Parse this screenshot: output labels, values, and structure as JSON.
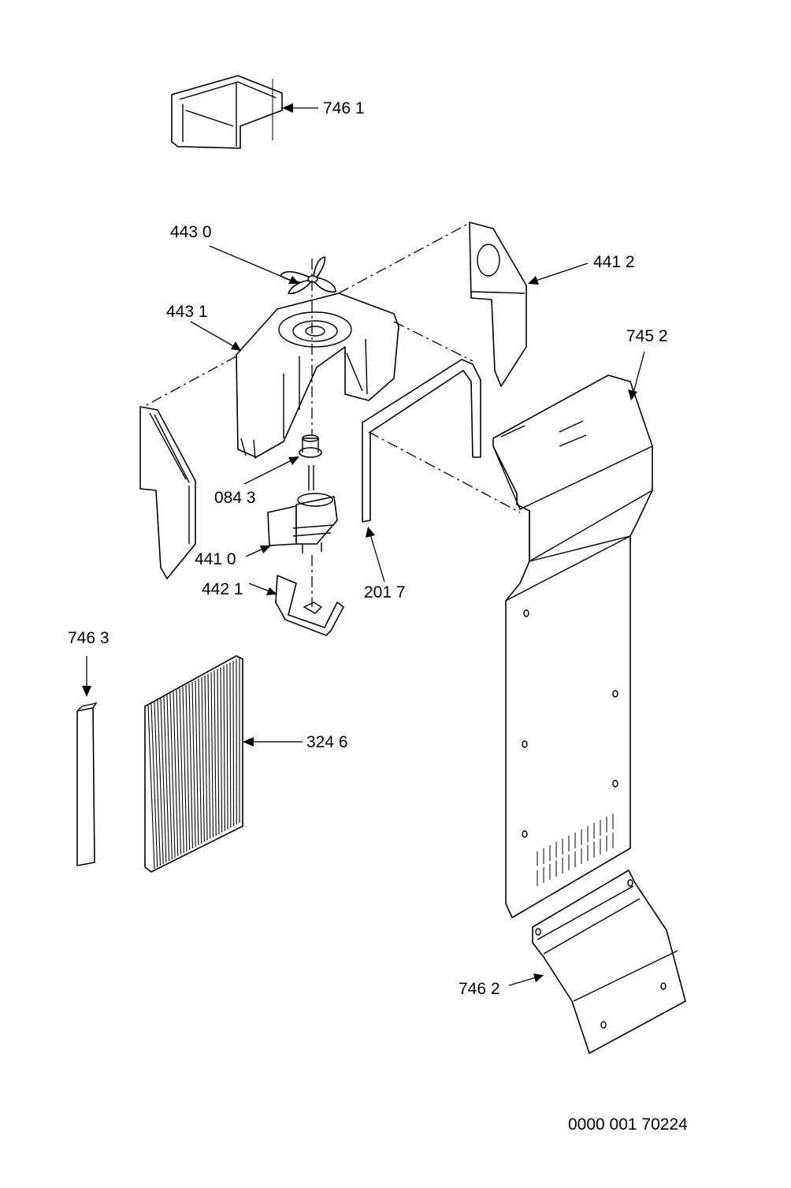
{
  "diagram": {
    "document_number": "0000 001 70224",
    "parts": [
      {
        "id": "p7461",
        "label": "746 1"
      },
      {
        "id": "p4430",
        "label": "443 0"
      },
      {
        "id": "p4412",
        "label": "441 2"
      },
      {
        "id": "p4431",
        "label": "443 1"
      },
      {
        "id": "p7452",
        "label": "745 2"
      },
      {
        "id": "p0843",
        "label": "084 3"
      },
      {
        "id": "p4410",
        "label": "441 0"
      },
      {
        "id": "p4421",
        "label": "442 1"
      },
      {
        "id": "p2017",
        "label": "201 7"
      },
      {
        "id": "p7463",
        "label": "746 3"
      },
      {
        "id": "p3246",
        "label": "324 6"
      },
      {
        "id": "p7462",
        "label": "746 2"
      }
    ]
  }
}
